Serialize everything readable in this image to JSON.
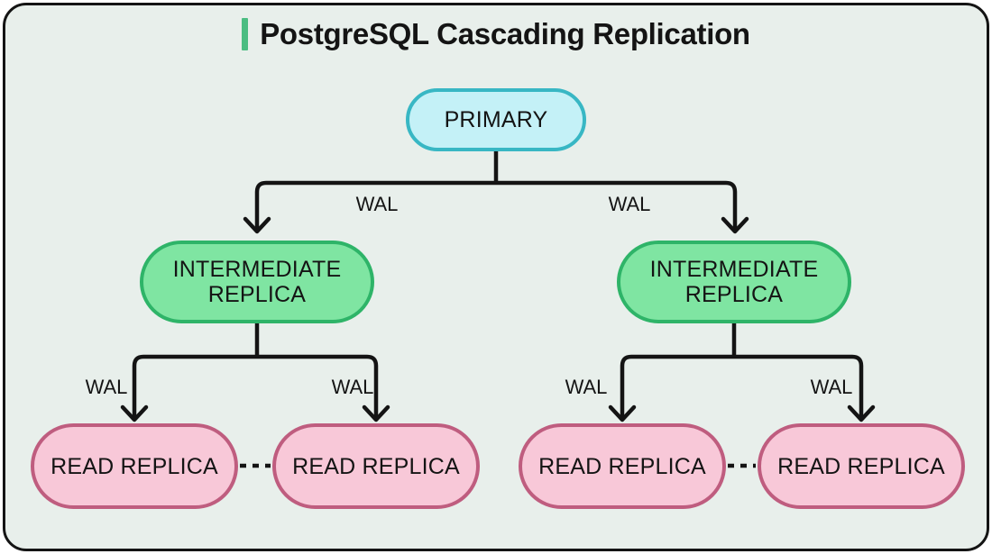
{
  "title": {
    "text": "PostgreSQL Cascading Replication"
  },
  "nodes": {
    "primary": {
      "label": "PRIMARY"
    },
    "intermediate_replicas": [
      {
        "label": "INTERMEDIATE REPLICA"
      },
      {
        "label": "INTERMEDIATE REPLICA"
      }
    ],
    "read_replicas": [
      {
        "label": "READ REPLICA"
      },
      {
        "label": "READ REPLICA"
      },
      {
        "label": "READ REPLICA"
      },
      {
        "label": "READ REPLICA"
      }
    ]
  },
  "edge_labels": {
    "wal": [
      "WAL",
      "WAL",
      "WAL",
      "WAL",
      "WAL",
      "WAL"
    ]
  },
  "colors": {
    "bg_page": "#ffffff",
    "bg_card": "#e8efeb",
    "line": "#141414",
    "text": "#141414",
    "accent_green": "#4bbd82",
    "primary_fill": "#c4f1f7",
    "primary_border": "#38b7c4",
    "intermediate_fill": "#7fe5a2",
    "intermediate_border": "#2eb468",
    "replica_fill": "#f8c8d8",
    "replica_border": "#bf5d7f"
  }
}
